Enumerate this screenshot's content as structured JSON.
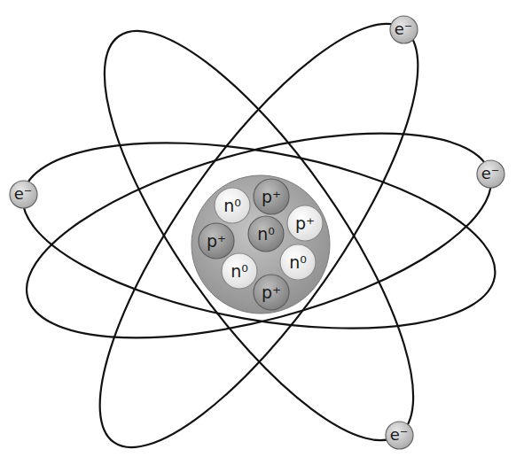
{
  "diagram": {
    "nodes": [
      {
        "text": [
          "e⁻"
        ]
      },
      {
        "text": [
          "e⁻"
        ]
      },
      {
        "text": [
          "e⁻"
        ]
      },
      {
        "text": [
          "n⁰"
        ]
      },
      {
        "text": [
          "p⁺"
        ]
      },
      {
        "text": [
          "p⁺"
        ]
      },
      {
        "text": [
          "p⁺"
        ]
      },
      {
        "text": [
          "n⁰"
        ]
      },
      {
        "text": [
          "n⁰"
        ]
      },
      {
        "text": [
          "n⁰"
        ]
      },
      {
        "text": [
          "p⁺"
        ]
      },
      {
        "text": [
          "e⁻"
        ]
      }
    ]
  }
}
